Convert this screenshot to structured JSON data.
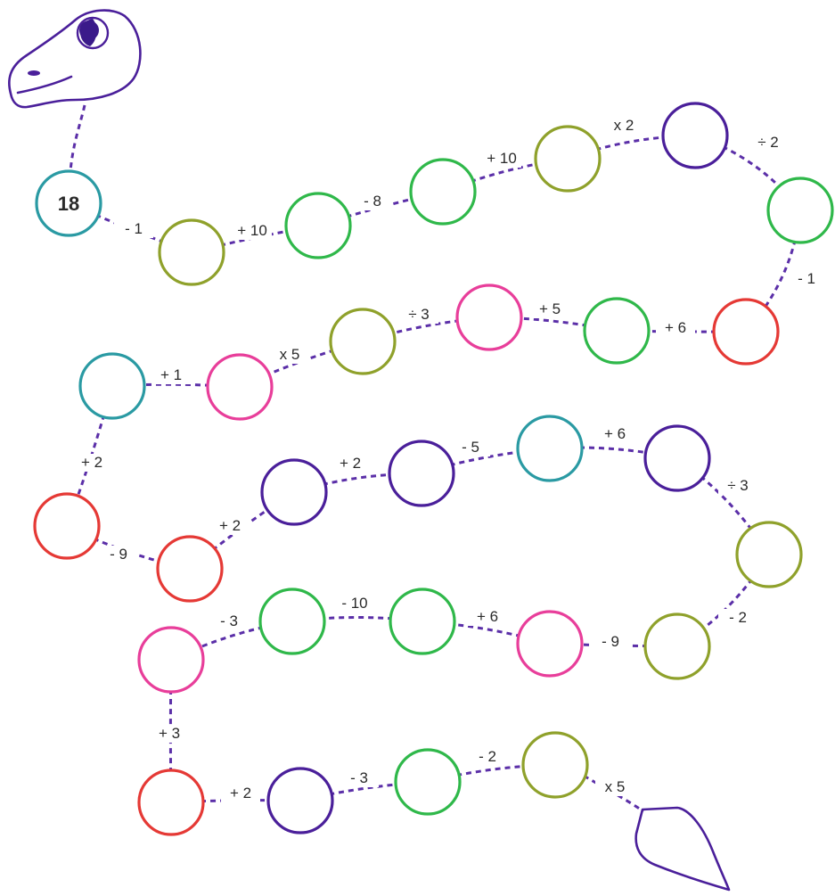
{
  "puzzle": {
    "line_color": "#5b2fa8",
    "outline_color": "#4a1f9a",
    "start_value": "18",
    "nodes": [
      {
        "color": "#2a9aa3",
        "value": "18"
      },
      {
        "color": "#8fa12b",
        "value": ""
      },
      {
        "color": "#2fb84a",
        "value": ""
      },
      {
        "color": "#2fb84a",
        "value": ""
      },
      {
        "color": "#8fa12b",
        "value": ""
      },
      {
        "color": "#4a1f9a",
        "value": ""
      },
      {
        "color": "#2fb84a",
        "value": ""
      },
      {
        "color": "#e53935",
        "value": ""
      },
      {
        "color": "#2fb84a",
        "value": ""
      },
      {
        "color": "#e83e9a",
        "value": ""
      },
      {
        "color": "#8fa12b",
        "value": ""
      },
      {
        "color": "#e83e9a",
        "value": ""
      },
      {
        "color": "#2a9aa3",
        "value": ""
      },
      {
        "color": "#e53935",
        "value": ""
      },
      {
        "color": "#e53935",
        "value": ""
      },
      {
        "color": "#4a1f9a",
        "value": ""
      },
      {
        "color": "#4a1f9a",
        "value": ""
      },
      {
        "color": "#2a9aa3",
        "value": ""
      },
      {
        "color": "#4a1f9a",
        "value": ""
      },
      {
        "color": "#8fa12b",
        "value": ""
      },
      {
        "color": "#8fa12b",
        "value": ""
      },
      {
        "color": "#e83e9a",
        "value": ""
      },
      {
        "color": "#2fb84a",
        "value": ""
      },
      {
        "color": "#2fb84a",
        "value": ""
      },
      {
        "color": "#e83e9a",
        "value": ""
      },
      {
        "color": "#e53935",
        "value": ""
      },
      {
        "color": "#4a1f9a",
        "value": ""
      },
      {
        "color": "#2fb84a",
        "value": ""
      },
      {
        "color": "#8fa12b",
        "value": ""
      }
    ],
    "operations": [
      "- 1",
      "+ 10",
      "- 8",
      "+ 10",
      "x 2",
      "÷ 2",
      "- 1",
      "+ 6",
      "+ 5",
      "÷ 3",
      "x 5",
      "+ 1",
      "+ 2",
      "- 9",
      "+ 2",
      "+ 2",
      "- 5",
      "+ 6",
      "÷ 3",
      "- 2",
      "- 9",
      "+ 6",
      "- 10",
      "- 3",
      "+ 3",
      "+ 2",
      "- 3",
      "- 2",
      "x 5"
    ]
  }
}
